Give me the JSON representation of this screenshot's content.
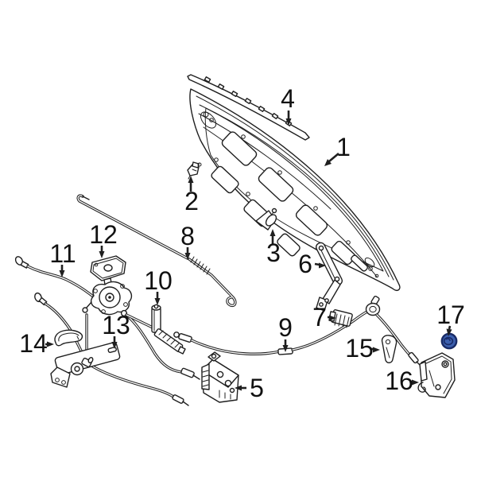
{
  "diagram": {
    "kind": "exploded-parts-line-diagram",
    "background_color": "#ffffff",
    "line_color": "#1f1f1f",
    "grommet_fill_color": "#3c5fae",
    "grommet_ring_color": "#182a66",
    "callouts": [
      {
        "number": "1"
      },
      {
        "number": "2"
      },
      {
        "number": "3"
      },
      {
        "number": "4"
      },
      {
        "number": "5"
      },
      {
        "number": "6"
      },
      {
        "number": "7"
      },
      {
        "number": "8"
      },
      {
        "number": "9"
      },
      {
        "number": "10"
      },
      {
        "number": "11"
      },
      {
        "number": "12"
      },
      {
        "number": "13"
      },
      {
        "number": "14"
      },
      {
        "number": "15"
      },
      {
        "number": "16"
      },
      {
        "number": "17"
      }
    ]
  }
}
